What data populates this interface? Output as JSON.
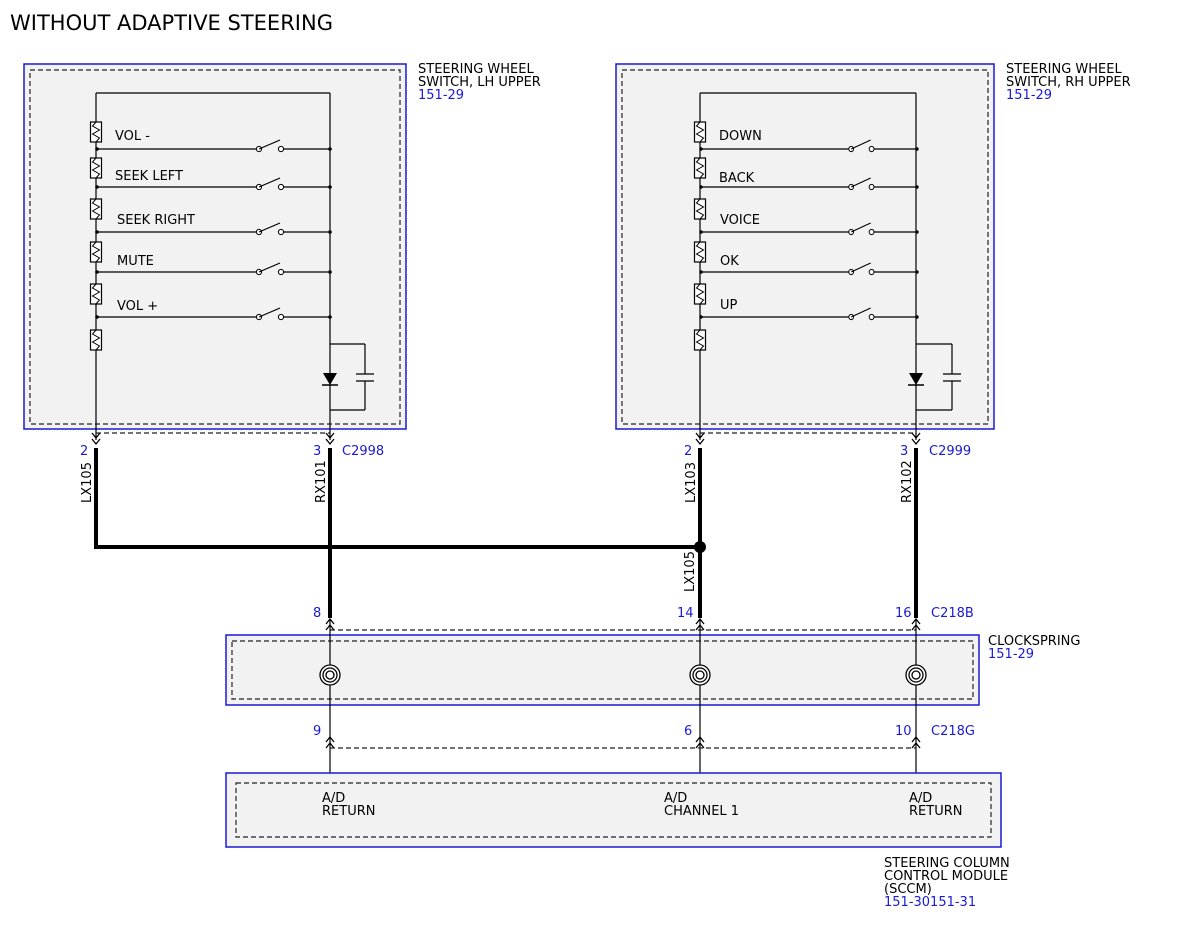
{
  "title": "WITHOUT ADAPTIVE STEERING",
  "lh_switch": {
    "name_line1": "STEERING WHEEL",
    "name_line2": "SWITCH, LH UPPER",
    "ref": "151-29",
    "buttons": [
      "VOL -",
      "SEEK LEFT",
      "SEEK RIGHT",
      "MUTE",
      "VOL +"
    ],
    "pin_left": "2",
    "pin_right": "3",
    "connector": "C2998"
  },
  "rh_switch": {
    "name_line1": "STEERING WHEEL",
    "name_line2": "SWITCH, RH UPPER",
    "ref": "151-29",
    "buttons": [
      "DOWN",
      "BACK",
      "VOICE",
      "OK",
      "UP"
    ],
    "pin_left": "2",
    "pin_right": "3",
    "connector": "C2999"
  },
  "wires": {
    "lh_left": "LX105",
    "lh_right": "RX101",
    "rh_left": "LX103",
    "rh_right": "RX102",
    "splice_out": "LX105"
  },
  "clockspring": {
    "name": "CLOCKSPRING",
    "ref": "151-29",
    "top_connector": "C218B",
    "top_pins": [
      "8",
      "14",
      "16"
    ],
    "bottom_connector": "C218G",
    "bottom_pins": [
      "9",
      "6",
      "10"
    ]
  },
  "sccm": {
    "name_line1": "STEERING COLUMN",
    "name_line2": "CONTROL MODULE",
    "name_line3": "(SCCM)",
    "ref": "151-30151-31",
    "pins": [
      {
        "line1": "A/D",
        "line2": "RETURN"
      },
      {
        "line1": "A/D",
        "line2": "CHANNEL 1"
      },
      {
        "line1": "A/D",
        "line2": "RETURN"
      }
    ]
  }
}
